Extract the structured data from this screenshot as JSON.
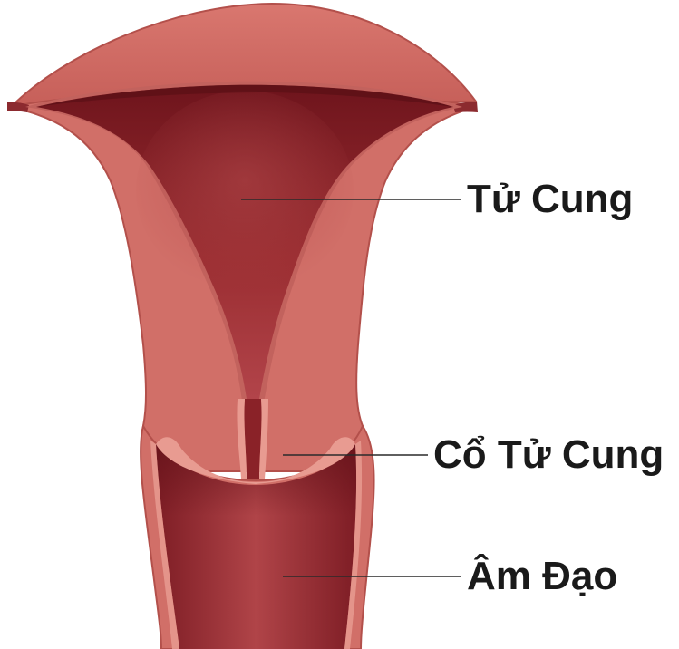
{
  "labels": {
    "uterus": "Tử Cung",
    "cervix": "Cổ Tử Cung",
    "vagina": "Âm Đạo"
  },
  "colors": {
    "outer_tissue": "#d16f68",
    "outer_tissue_edge": "#b3504b",
    "inner_cavity_dark": "#7a1a22",
    "inner_cavity_mid": "#a8383b",
    "canal_light": "#e79a90",
    "label_text": "#1a1a1a"
  }
}
